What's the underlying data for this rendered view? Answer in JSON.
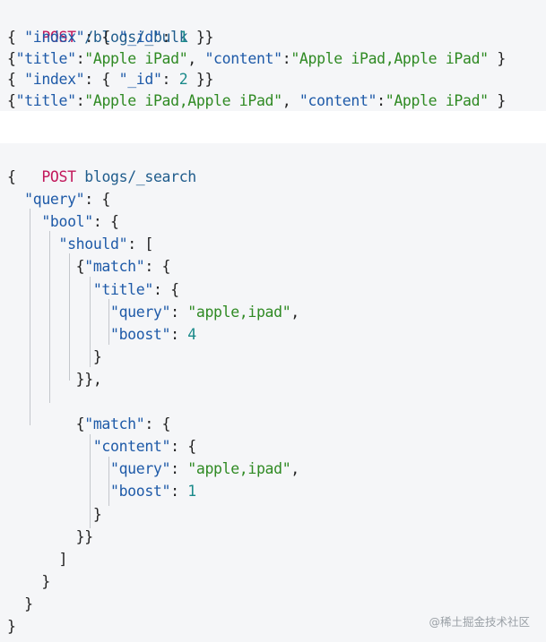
{
  "bulk_request": {
    "method": "POST",
    "path": " /blogs/_bulk",
    "lines": [
      [
        {
          "t": "pun",
          "v": "{ "
        },
        {
          "t": "key",
          "v": "\"index\""
        },
        {
          "t": "pun",
          "v": ": { "
        },
        {
          "t": "key",
          "v": "\"_id\""
        },
        {
          "t": "pun",
          "v": ": "
        },
        {
          "t": "num",
          "v": "1"
        },
        {
          "t": "pun",
          "v": " }}"
        }
      ],
      [
        {
          "t": "pun",
          "v": "{"
        },
        {
          "t": "key",
          "v": "\"title\""
        },
        {
          "t": "pun",
          "v": ":"
        },
        {
          "t": "str",
          "v": "\"Apple iPad\""
        },
        {
          "t": "pun",
          "v": ", "
        },
        {
          "t": "key",
          "v": "\"content\""
        },
        {
          "t": "pun",
          "v": ":"
        },
        {
          "t": "str",
          "v": "\"Apple iPad,Apple iPad\""
        },
        {
          "t": "pun",
          "v": " }"
        }
      ],
      [
        {
          "t": "pun",
          "v": "{ "
        },
        {
          "t": "key",
          "v": "\"index\""
        },
        {
          "t": "pun",
          "v": ": { "
        },
        {
          "t": "key",
          "v": "\"_id\""
        },
        {
          "t": "pun",
          "v": ": "
        },
        {
          "t": "num",
          "v": "2"
        },
        {
          "t": "pun",
          "v": " }}"
        }
      ],
      [
        {
          "t": "pun",
          "v": "{"
        },
        {
          "t": "key",
          "v": "\"title\""
        },
        {
          "t": "pun",
          "v": ":"
        },
        {
          "t": "str",
          "v": "\"Apple iPad,Apple iPad\""
        },
        {
          "t": "pun",
          "v": ", "
        },
        {
          "t": "key",
          "v": "\"content\""
        },
        {
          "t": "pun",
          "v": ":"
        },
        {
          "t": "str",
          "v": "\"Apple iPad\""
        },
        {
          "t": "pun",
          "v": " }"
        }
      ]
    ]
  },
  "search_request": {
    "method": "POST",
    "path": " blogs/_search",
    "lines": [
      [
        {
          "t": "pun",
          "v": "{"
        }
      ],
      [
        {
          "t": "pun",
          "v": "  "
        },
        {
          "t": "key",
          "v": "\"query\""
        },
        {
          "t": "pun",
          "v": ": {"
        }
      ],
      [
        {
          "t": "pun",
          "v": "    "
        },
        {
          "t": "key",
          "v": "\"bool\""
        },
        {
          "t": "pun",
          "v": ": {"
        }
      ],
      [
        {
          "t": "pun",
          "v": "      "
        },
        {
          "t": "key",
          "v": "\"should\""
        },
        {
          "t": "pun",
          "v": ": ["
        }
      ],
      [
        {
          "t": "pun",
          "v": "        {"
        },
        {
          "t": "key",
          "v": "\"match\""
        },
        {
          "t": "pun",
          "v": ": {"
        }
      ],
      [
        {
          "t": "pun",
          "v": "          "
        },
        {
          "t": "key",
          "v": "\"title\""
        },
        {
          "t": "pun",
          "v": ": {"
        }
      ],
      [
        {
          "t": "pun",
          "v": "            "
        },
        {
          "t": "key",
          "v": "\"query\""
        },
        {
          "t": "pun",
          "v": ": "
        },
        {
          "t": "str",
          "v": "\"apple,ipad\""
        },
        {
          "t": "pun",
          "v": ","
        }
      ],
      [
        {
          "t": "pun",
          "v": "            "
        },
        {
          "t": "key",
          "v": "\"boost\""
        },
        {
          "t": "pun",
          "v": ": "
        },
        {
          "t": "num",
          "v": "4"
        }
      ],
      [
        {
          "t": "pun",
          "v": "          }"
        }
      ],
      [
        {
          "t": "pun",
          "v": "        }},"
        }
      ],
      [
        {
          "t": "pun",
          "v": ""
        }
      ],
      [
        {
          "t": "pun",
          "v": "        {"
        },
        {
          "t": "key",
          "v": "\"match\""
        },
        {
          "t": "pun",
          "v": ": {"
        }
      ],
      [
        {
          "t": "pun",
          "v": "          "
        },
        {
          "t": "key",
          "v": "\"content\""
        },
        {
          "t": "pun",
          "v": ": {"
        }
      ],
      [
        {
          "t": "pun",
          "v": "            "
        },
        {
          "t": "key",
          "v": "\"query\""
        },
        {
          "t": "pun",
          "v": ": "
        },
        {
          "t": "str",
          "v": "\"apple,ipad\""
        },
        {
          "t": "pun",
          "v": ","
        }
      ],
      [
        {
          "t": "pun",
          "v": "            "
        },
        {
          "t": "key",
          "v": "\"boost\""
        },
        {
          "t": "pun",
          "v": ": "
        },
        {
          "t": "num",
          "v": "1"
        }
      ],
      [
        {
          "t": "pun",
          "v": "          }"
        }
      ],
      [
        {
          "t": "pun",
          "v": "        }}"
        }
      ],
      [
        {
          "t": "pun",
          "v": "      ]"
        }
      ],
      [
        {
          "t": "pun",
          "v": "    }"
        }
      ],
      [
        {
          "t": "pun",
          "v": "  }"
        }
      ],
      [
        {
          "t": "pun",
          "v": "}"
        }
      ]
    ]
  },
  "watermark": "@稀土掘金技术社区",
  "colors": {
    "method": "#c2185b",
    "key": "#1e5aa8",
    "string": "#2f8a23",
    "number": "#1a8a8a",
    "background": "#f5f6f8"
  }
}
